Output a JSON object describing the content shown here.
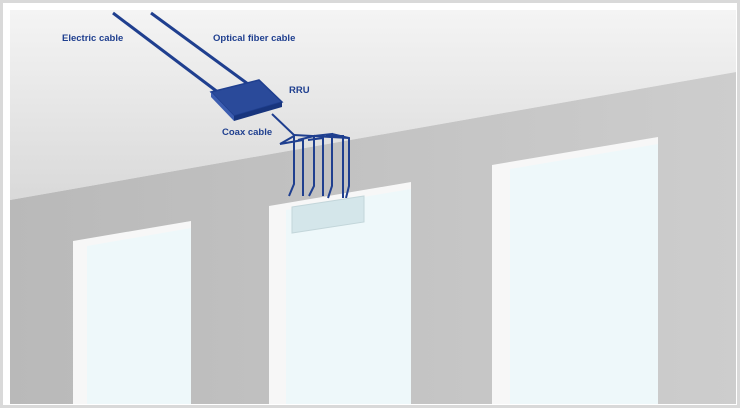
{
  "labels": {
    "electric_cable": "Electric cable",
    "optical_fiber_cable": "Optical fiber cable",
    "rru": "RRU",
    "coax_cable": "Coax cable"
  },
  "colors": {
    "cable": "#1f3f8f",
    "ceiling": "#e4e4e4",
    "wall": "#c4c4c4",
    "window_glass": "#f1fbfd",
    "window_frame": "#f7f7f7",
    "antenna": "#d9e9ec"
  }
}
